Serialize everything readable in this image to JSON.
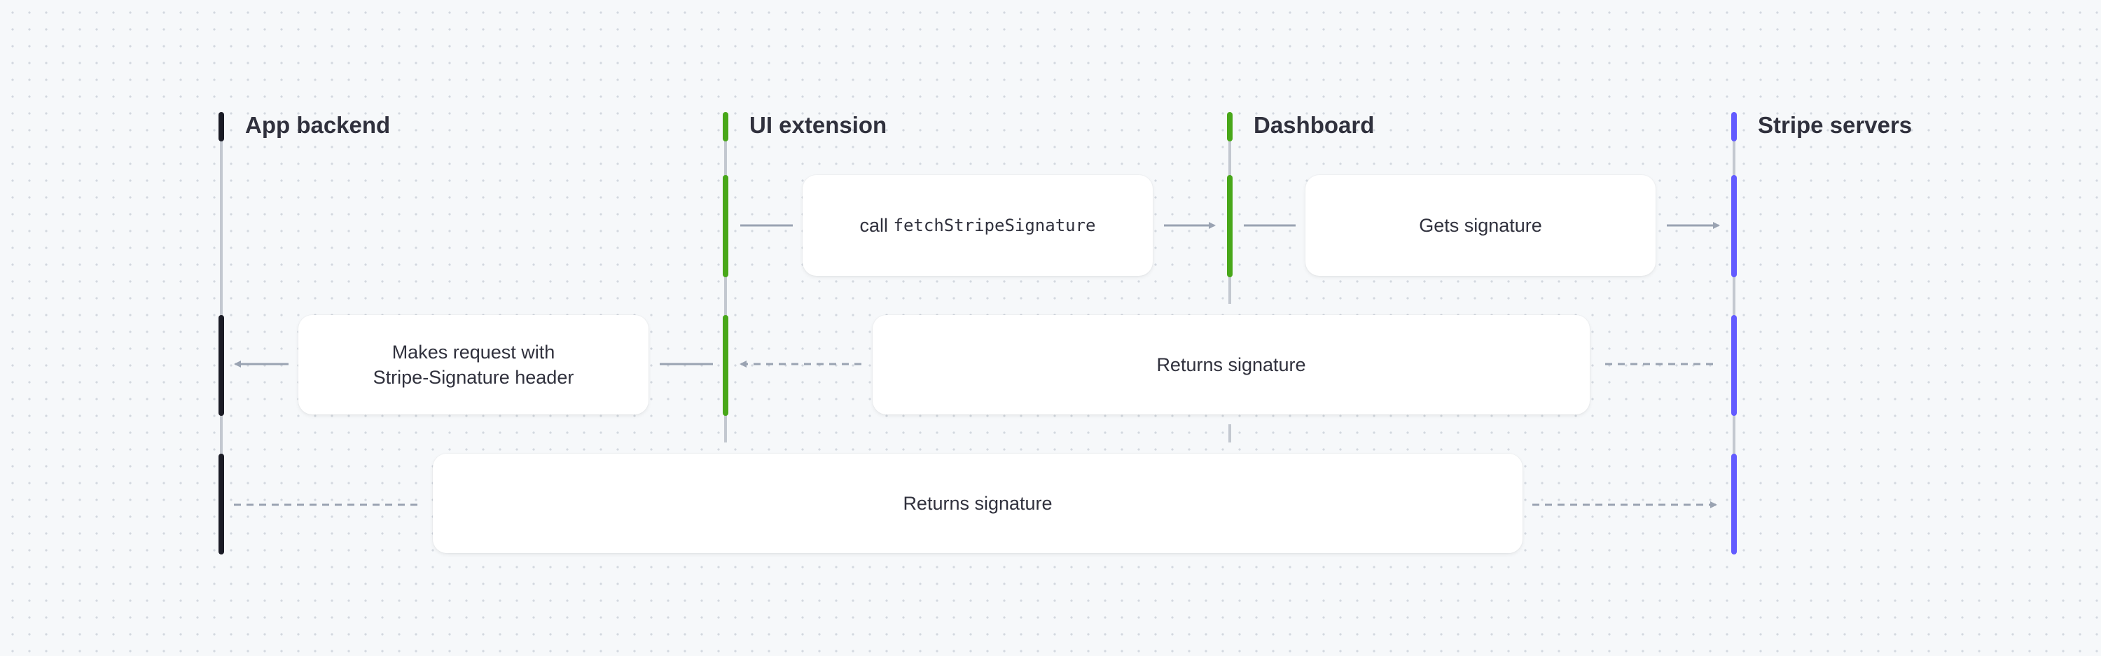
{
  "participants": [
    {
      "name": "App backend",
      "color": "#1a1b25"
    },
    {
      "name": "UI extension",
      "color": "#48a719"
    },
    {
      "name": "Dashboard",
      "color": "#48a719"
    },
    {
      "name": "Stripe servers",
      "color": "#635bff"
    }
  ],
  "messages": {
    "call_prefix": "call",
    "call_code": "fetchStripeSignature",
    "gets_signature": "Gets signature",
    "makes_request_line1": "Makes request with",
    "makes_request_line2": "Stripe-Signature header",
    "returns_signature_1": "Returns signature",
    "returns_signature_2": "Returns signature"
  },
  "colors": {
    "background": "#f6f8fa",
    "arrow": "#9aa3b2",
    "lifeline": "#c3c8d0"
  }
}
